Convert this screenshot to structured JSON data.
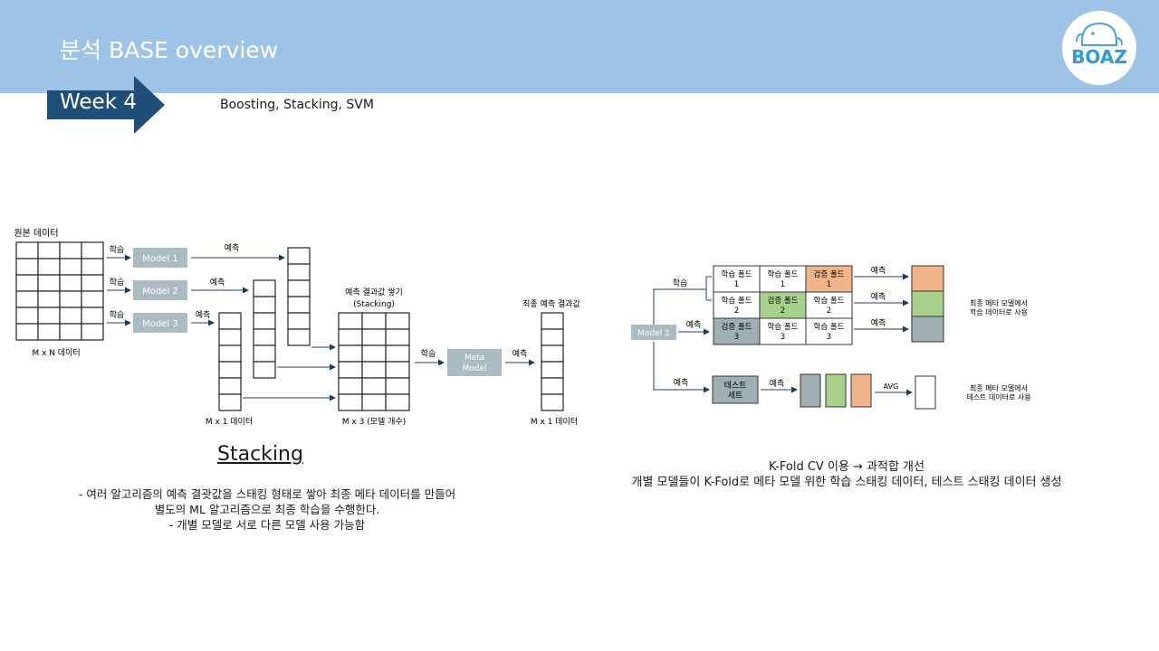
{
  "header": {
    "title": "분석 BASE overview",
    "logo_text": "BOAZ",
    "week_label": "Week 4",
    "week_topic": "Boosting, Stacking, SVM"
  },
  "colors": {
    "header_bg": "#9dc3e6",
    "arrow": "#1f4e79",
    "model_box": "#a9bcc4",
    "fold_orange": "#f2b48a",
    "fold_green": "#a8d08d",
    "fold_gray": "#9fb0b5"
  },
  "stacking_diagram": {
    "original_data": "원본 데이터",
    "mxn": "M x N 데이터",
    "train": "학습",
    "predict": "예측",
    "models": [
      "Model 1",
      "Model 2",
      "Model 3"
    ],
    "mx1": "M x 1 데이터",
    "stack_title": "예측 결과값 쌓기",
    "stack_sub": "(Stacking)",
    "mx3": "M x 3 (모델 개수)",
    "meta_line1": "Meta",
    "meta_line2": "Model",
    "final_title": "최종 예측 결과값",
    "mx1_final": "M x 1 데이터"
  },
  "kfold_diagram": {
    "train": "학습",
    "predict": "예측",
    "model": "Model 1",
    "folds": [
      [
        {
          "l1": "학습 폴드",
          "l2": "1"
        },
        {
          "l1": "학습 폴드",
          "l2": "1"
        },
        {
          "l1": "검증 폴드",
          "l2": "1"
        }
      ],
      [
        {
          "l1": "학습 폴드",
          "l2": "2"
        },
        {
          "l1": "검증 폴드",
          "l2": "2"
        },
        {
          "l1": "학습 폴드",
          "l2": "2"
        }
      ],
      [
        {
          "l1": "검증 폴드",
          "l2": "3"
        },
        {
          "l1": "학습 폴드",
          "l2": "3"
        },
        {
          "l1": "학습 폴드",
          "l2": "3"
        }
      ]
    ],
    "test_line1": "테스트",
    "test_line2": "세트",
    "avg": "AVG",
    "meta_train_line1": "최종 메타 모델에서",
    "meta_train_line2": "학습 데이터로 사용",
    "meta_test_line1": "최종 메타 모델에서",
    "meta_test_line2": "테스트 데이터로 사용"
  },
  "captions": {
    "stacking_title": "Stacking",
    "stacking_line1": "- 여러 알고리즘의 예측 결괏값을 스태킹 형태로 쌓아 최종 메타 데이터를 만들어",
    "stacking_line2": "별도의 ML 알고리즘으로 최종 학습을 수행한다.",
    "stacking_line3": "- 개별 모델로 서로 다른 모델 사용 가능함",
    "kfold_line1": "K-Fold CV 이용 → 과적합 개선",
    "kfold_line2": "개별 모델들이 K-Fold로 메타 모델 위한 학습 스태킹 데이터, 테스트 스태킹 데이터 생성"
  }
}
